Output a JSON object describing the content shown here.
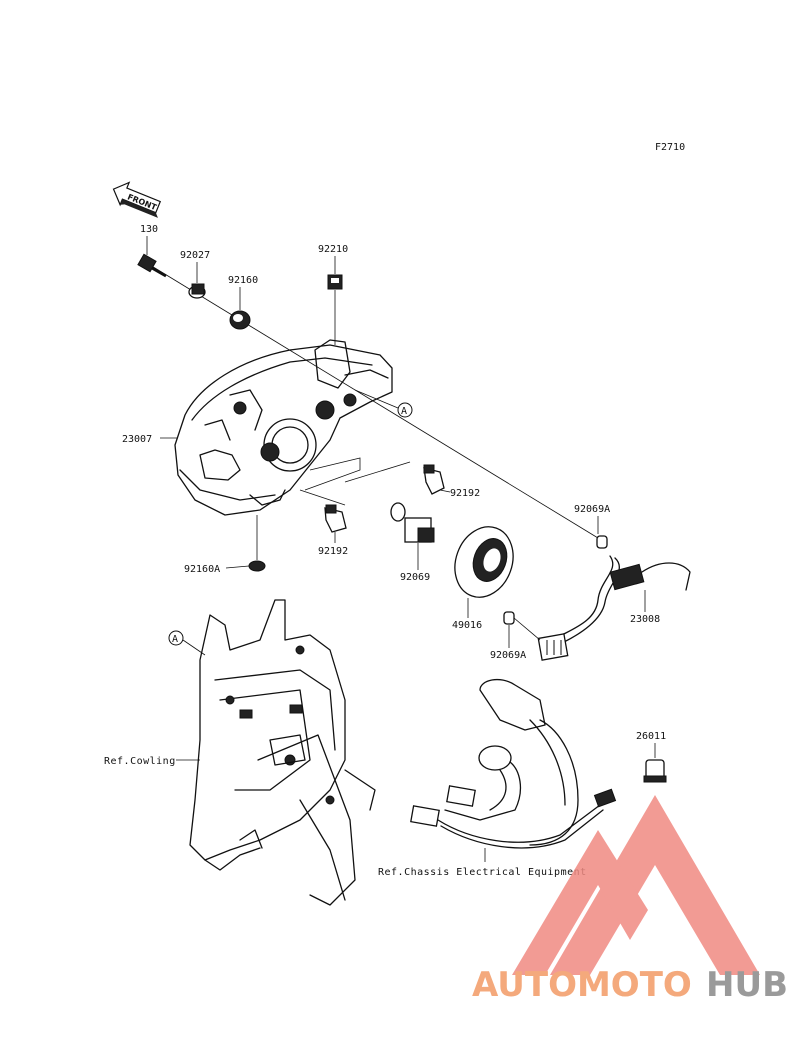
{
  "figure_code": "F2710",
  "front_arrow_text": "FRONT",
  "callouts": {
    "c130": "130",
    "c92027": "92027",
    "c92160": "92160",
    "c92210": "92210",
    "c23007": "23007",
    "c92192a": "92192",
    "c92192b": "92192",
    "c92069A_top": "92069A",
    "c92160A": "92160A",
    "c92069": "92069",
    "c49016": "49016",
    "c92069A_bottom": "92069A",
    "c23008": "23008",
    "c26011": "26011"
  },
  "refs": {
    "cowling": "Ref.Cowling",
    "chassis": "Ref.Chassis Electrical Equipment"
  },
  "markers": {
    "a_top": "A",
    "a_bottom": "A"
  },
  "watermark": {
    "part1": "AUTOMOTO",
    "part2": "HUB",
    "color_primary": "#f4a97c",
    "color_secondary": "#9a9a9a",
    "logo_color": "#f08a82"
  }
}
